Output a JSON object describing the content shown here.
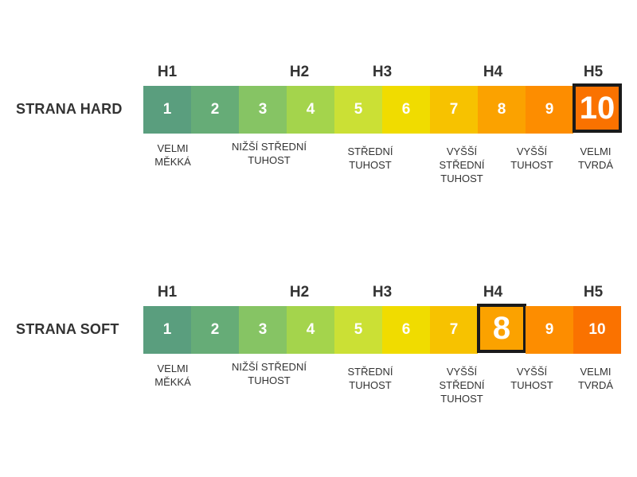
{
  "colors": [
    "#5a9e7e",
    "#66ac77",
    "#86c464",
    "#a4d44c",
    "#cbe035",
    "#f0dc00",
    "#f7c200",
    "#fba200",
    "#fd8d00",
    "#fa7200"
  ],
  "panels": [
    {
      "title": "STRANA HARD",
      "selected": 10,
      "h_labels": [
        "H1",
        "H2",
        "H3",
        "H4",
        "H5"
      ],
      "values": [
        "1",
        "2",
        "3",
        "4",
        "5",
        "6",
        "7",
        "8",
        "9",
        "10"
      ],
      "descriptions": [
        [
          "VELMI",
          "MĚKKÁ"
        ],
        [
          "NIŽŠÍ STŘEDNÍ",
          "TUHOST"
        ],
        [
          "STŘEDNÍ",
          "TUHOST"
        ],
        [
          "VYŠŠÍ",
          "STŘEDNÍ",
          "TUHOST"
        ],
        [
          "VYŠŠÍ",
          "TUHOST"
        ],
        [
          "VELMI",
          "TVRDÁ"
        ]
      ]
    },
    {
      "title": "STRANA SOFT",
      "selected": 8,
      "h_labels": [
        "H1",
        "H2",
        "H3",
        "H4",
        "H5"
      ],
      "values": [
        "1",
        "2",
        "3",
        "4",
        "5",
        "6",
        "7",
        "8",
        "9",
        "10"
      ],
      "descriptions": [
        [
          "VELMI",
          "MĚKKÁ"
        ],
        [
          "NIŽŠÍ STŘEDNÍ",
          "TUHOST"
        ],
        [
          "STŘEDNÍ",
          "TUHOST"
        ],
        [
          "VYŠŠÍ",
          "STŘEDNÍ",
          "TUHOST"
        ],
        [
          "VYŠŠÍ",
          "TUHOST"
        ],
        [
          "VELMI",
          "TVRDÁ"
        ]
      ]
    }
  ]
}
